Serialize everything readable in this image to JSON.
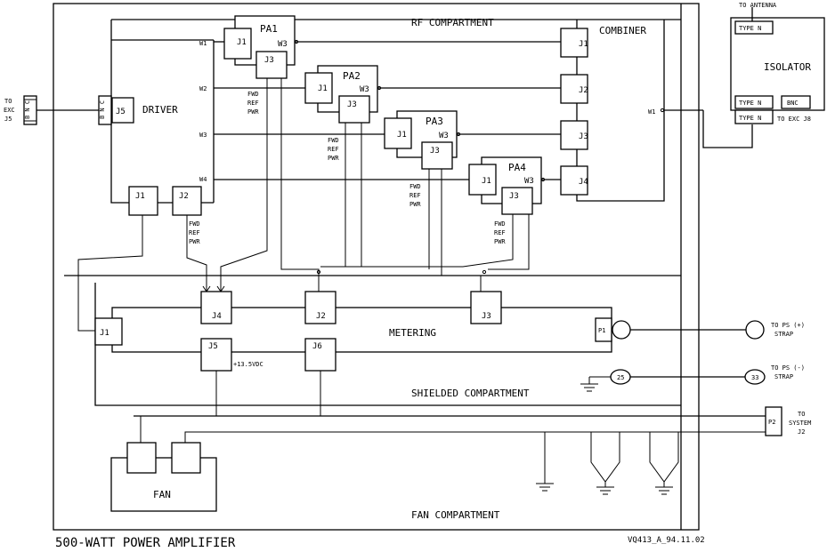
{
  "title": "500-WATT POWER AMPLIFIER",
  "drawing_number": "VQ413_A_94.11.02",
  "compartments": {
    "rf": "RF COMPARTMENT",
    "shielded": "SHIELDED COMPARTMENT",
    "fan": "FAN COMPARTMENT"
  },
  "modules": {
    "driver": "DRIVER",
    "combiner": "COMBINER",
    "isolator": "ISOLATOR",
    "metering": "METERING",
    "fan": "FAN",
    "pa1": "PA1",
    "pa2": "PA2",
    "pa3": "PA3",
    "pa4": "PA4"
  },
  "connectors": {
    "j1": "J1",
    "j2": "J2",
    "j3": "J3",
    "j4": "J4",
    "j5": "J5",
    "j6": "J6",
    "p1": "P1",
    "p2": "P2",
    "driver_out": [
      "W1",
      "W2",
      "W3",
      "W4"
    ],
    "w3": "W3",
    "combiner_in": [
      "J1",
      "J2",
      "J3",
      "J4"
    ],
    "combiner_out": "W1",
    "bnc": "B N C",
    "type_n": "TYPE N",
    "bnc_iso": "BNC",
    "num_25": "25",
    "num_33": "33"
  },
  "signal_lines": [
    "FWD",
    "REF",
    "PWR"
  ],
  "labels": {
    "to_antenna": "TO ANTENNA",
    "to_exc_j5": [
      "TO",
      "EXC",
      "J5"
    ],
    "to_exc_j8": "TO EXC J8",
    "to_ps_pos": [
      "TO PS (+)",
      "STRAP"
    ],
    "to_ps_neg": [
      "TO PS (-)",
      "STRAP"
    ],
    "to_system_j2": [
      "TO",
      "SYSTEM",
      "J2"
    ],
    "supply": "+13.5VDC"
  }
}
